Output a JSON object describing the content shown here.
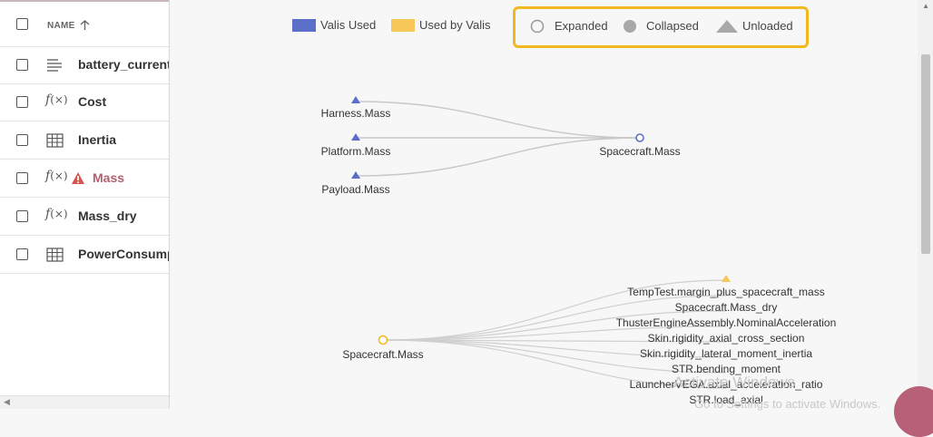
{
  "file_list": {
    "header": {
      "name_label": "NAME",
      "sort_icon": "arrow-up-icon"
    },
    "items": [
      {
        "name": "battery_current_",
        "icon": "lines-icon",
        "warning": false
      },
      {
        "name": "Cost",
        "icon": "function-icon",
        "warning": false
      },
      {
        "name": "Inertia",
        "icon": "table-icon",
        "warning": false
      },
      {
        "name": "Mass",
        "icon": "function-icon",
        "warning": true
      },
      {
        "name": "Mass_dry",
        "icon": "function-icon",
        "warning": false
      },
      {
        "name": "PowerConsump",
        "icon": "table-icon",
        "warning": false
      }
    ]
  },
  "legend": {
    "valis_used": "Valis Used",
    "used_by_valis": "Used by Valis",
    "expanded": "Expanded",
    "collapsed": "Collapsed",
    "unloaded": "Unloaded",
    "colors": {
      "valis_used": "#5b6fc8",
      "used_by_valis": "#f8c75a",
      "collapsed": "#a8a8a8",
      "highlight": "#f2b81f"
    }
  },
  "graph_top": {
    "inputs": [
      "Harness.Mass",
      "Platform.Mass",
      "Payload.Mass"
    ],
    "target": "Spacecraft.Mass"
  },
  "graph_bottom": {
    "source": "Spacecraft.Mass",
    "outputs": [
      "TempTest.margin_plus_spacecraft_mass",
      "Spacecraft.Mass_dry",
      "ThusterEngineAssembly.NominalAcceleration",
      "Skin.rigidity_axial_cross_section",
      "Skin.rigidity_lateral_moment_inertia",
      "STR.bending_moment",
      "LauncherVEGA.axial_acceleration_ratio",
      "STR.load_axial"
    ]
  },
  "watermark": {
    "line1": "Activate Windows",
    "line2": "Go to Settings to activate Windows."
  }
}
